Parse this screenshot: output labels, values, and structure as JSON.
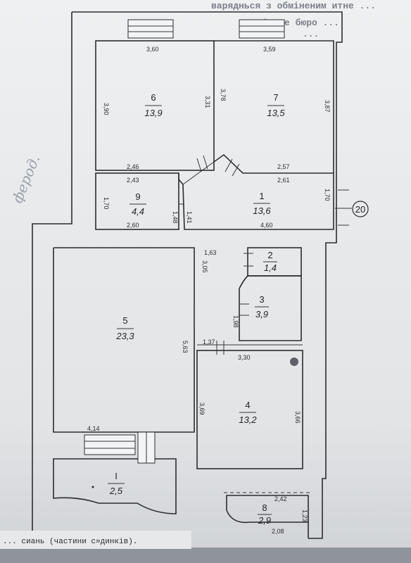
{
  "header": {
    "line1": "варяднься з обміненим итне ...",
    "line2": "Міське бюро ... ",
    "line3": "... "
  },
  "handwriting": "ферод.",
  "stamp_number": "20",
  "footer": "... сиань (частини с»динків).",
  "rooms": [
    {
      "number": "6",
      "area": "13,9"
    },
    {
      "number": "7",
      "area": "13,5"
    },
    {
      "number": "9",
      "area": "4,4"
    },
    {
      "number": "1",
      "area": "13,6"
    },
    {
      "number": "2",
      "area": "1,4"
    },
    {
      "number": "3",
      "area": "3,9"
    },
    {
      "number": "5",
      "area": "23,3"
    },
    {
      "number": "4",
      "area": "13,2"
    },
    {
      "number": "I",
      "area": "2,5"
    },
    {
      "number": "8",
      "area": "2,9"
    }
  ],
  "dimensions": {
    "r6_top": "3,60",
    "r7_top": "3,59",
    "r6_left": "3,90",
    "r6_right": "3,31",
    "r7_left": "3,78",
    "r7_right": "3,87",
    "r6_bottom": "2,46",
    "r7_bottom": "2,57",
    "r9_top": "2,43",
    "r1_top_right": "2,61",
    "r9_left": "1,70",
    "r9_bottom": "2,60",
    "r9_right_a": "1,48",
    "r9_right_b": "1,41",
    "r1_right": "1,70",
    "r1_bottom": "4,60",
    "r5_top_right": "1,63",
    "r5_right_a": "3,05",
    "r3_left": "1,98",
    "r5_right_b": "5,63",
    "r4_top_left": "1,37",
    "r4_top": "3,30",
    "r4_left": "3,69",
    "r4_right": "3,66",
    "r5_bottom": "4,14",
    "r8_top": "2,42",
    "r8_right": "1,23",
    "r8_bottom": "2,08"
  }
}
